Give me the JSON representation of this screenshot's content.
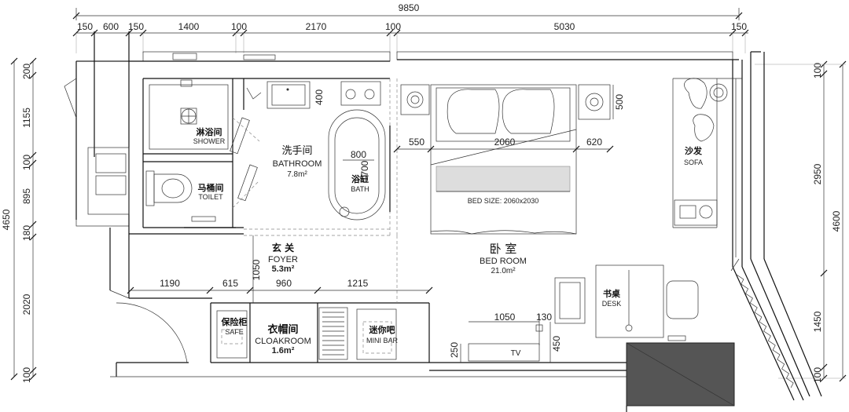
{
  "dimensions": {
    "overall_width": "9850",
    "top_row": [
      "150",
      "600",
      "150",
      "1400",
      "100",
      "2170",
      "100",
      "5030",
      "150"
    ],
    "left_column": [
      "200",
      "1155",
      "100",
      "895",
      "180",
      "2020",
      "100"
    ],
    "left_overall": "4650",
    "right_column": [
      "100",
      "2950",
      "1450",
      "100"
    ],
    "right_overall": "4600",
    "cloak_row": [
      "1190",
      "615",
      "960",
      "1215"
    ],
    "foyer_height": "1050",
    "bed_left": "550",
    "bed_width": "2060",
    "bed_right": "620",
    "nightstand_depth": "500",
    "tv_width": "1050",
    "tv_offset": "130",
    "tv_depth": "450",
    "tv_base": "250",
    "bath_width": "800",
    "bath_length": "1700",
    "vanity_depth": "400"
  },
  "rooms": {
    "shower": {
      "zh": "淋浴间",
      "en": "SHOWER"
    },
    "toilet": {
      "zh": "马桶间",
      "en": "TOILET"
    },
    "bathroom": {
      "zh": "洗手间",
      "en": "BATHROOM",
      "area": "7.8m²"
    },
    "bath": {
      "zh": "浴缸",
      "en": "BATH"
    },
    "foyer": {
      "zh": "玄 关",
      "en": "FOYER",
      "area": "5.3m²"
    },
    "cloakroom": {
      "zh": "衣帽间",
      "en": "CLOAKROOM",
      "area": "1.6m²"
    },
    "safe": {
      "zh": "保险柜",
      "en": "SAFE"
    },
    "minibar": {
      "zh": "迷你吧",
      "en": "MINI BAR"
    },
    "bedroom": {
      "zh": "卧  室",
      "en": "BED ROOM",
      "area": "21.0m²"
    },
    "sofa": {
      "zh": "沙发",
      "en": "SOFA"
    },
    "desk": {
      "zh": "书桌",
      "en": "DESK"
    },
    "tv": {
      "en": "TV"
    },
    "bed_size": "BED SIZE: 2060x2030"
  }
}
